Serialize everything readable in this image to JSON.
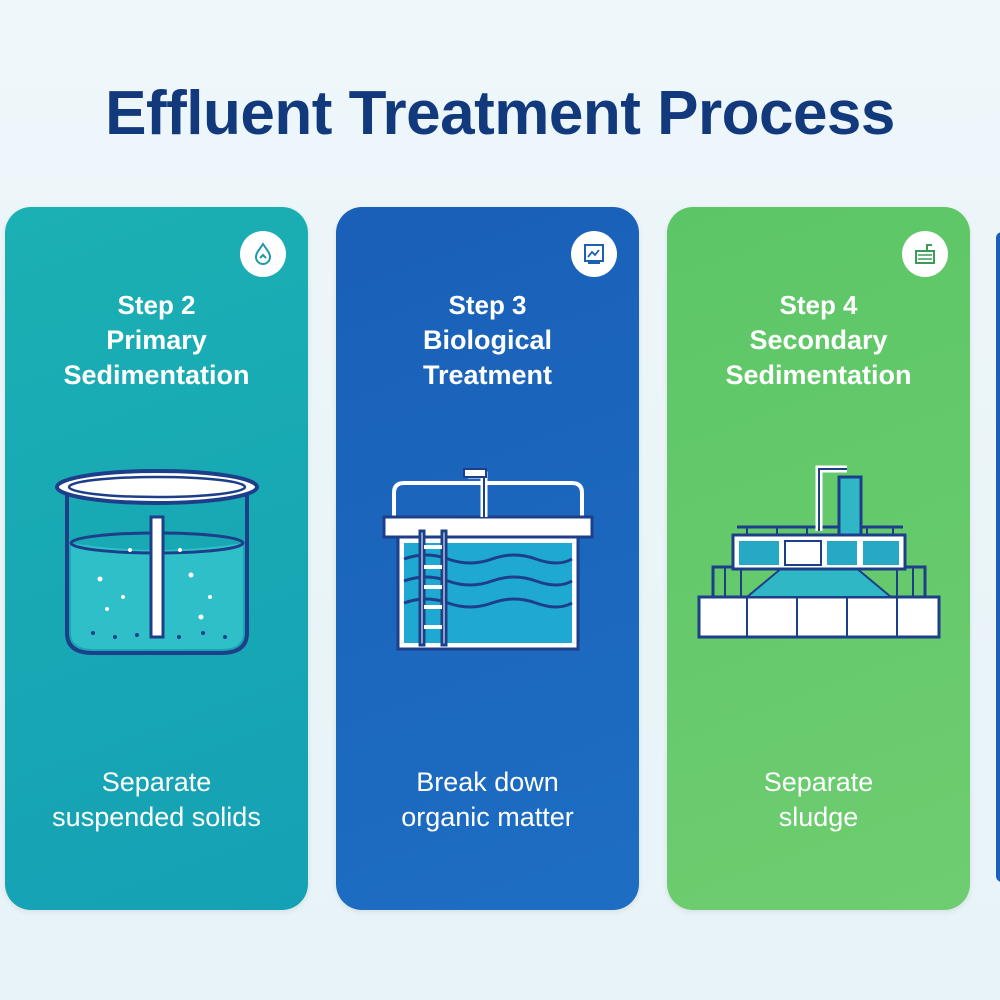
{
  "title": "Effluent Treatment Process",
  "colors": {
    "title": "#13397d",
    "teal_card": "#1bb0b3",
    "blue_card": "#1a5fb8",
    "green_card": "#5cc666",
    "icon_stroke": "#1d3f8a"
  },
  "steps": [
    {
      "label": "Step 2",
      "name_lines": [
        "Primary",
        "Sedimentation"
      ],
      "description_lines": [
        "Separate",
        "suspended solids"
      ],
      "icon": "droplet-icon",
      "illustration": "sedimentation-tank-icon"
    },
    {
      "label": "Step 3",
      "name_lines": [
        "Biological",
        "Treatment"
      ],
      "description_lines": [
        "Break down",
        "organic matter"
      ],
      "icon": "monitor-icon",
      "illustration": "aeration-basin-icon"
    },
    {
      "label": "Step 4",
      "name_lines": [
        "Secondary",
        "Sedimentation"
      ],
      "description_lines": [
        "Separate",
        "sludge"
      ],
      "icon": "clarifier-badge-icon",
      "illustration": "clarifier-plant-icon"
    }
  ]
}
